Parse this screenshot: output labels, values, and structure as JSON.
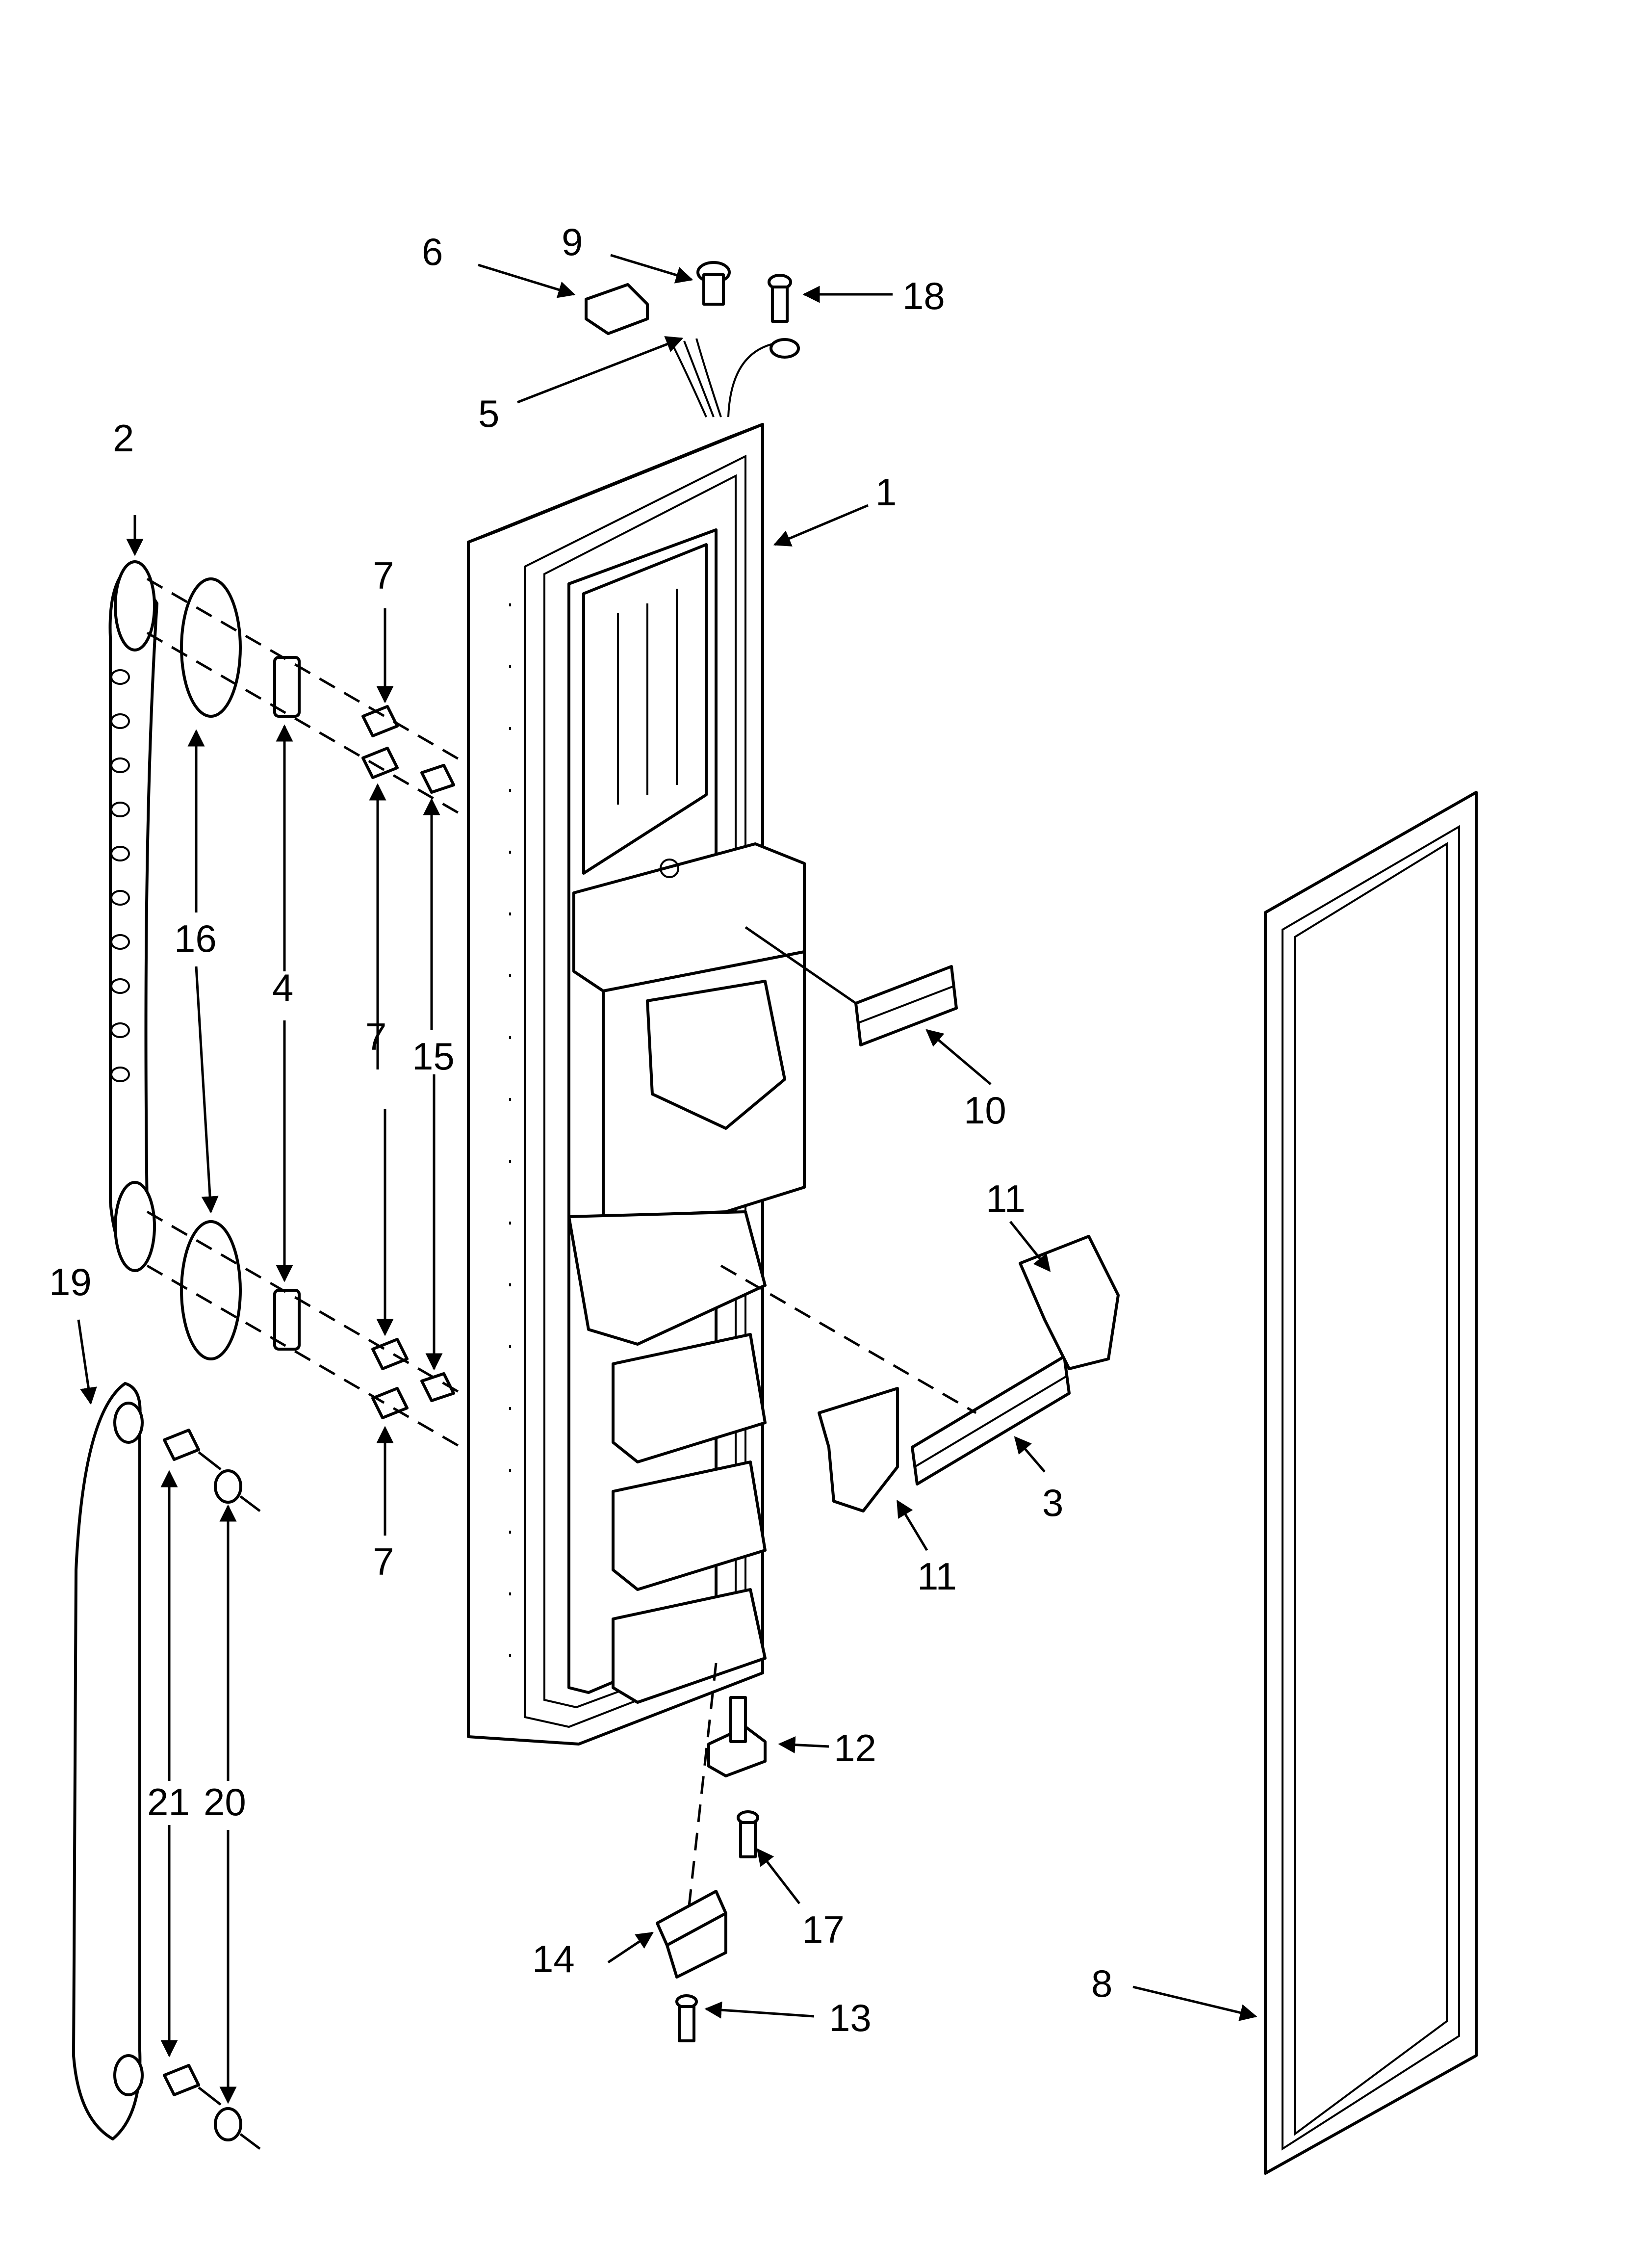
{
  "callouts": {
    "c1": "1",
    "c2": "2",
    "c3": "3",
    "c4": "4",
    "c5": "5",
    "c6": "6",
    "c7a": "7",
    "c7b": "7",
    "c7c": "7",
    "c8": "8",
    "c9": "9",
    "c10": "10",
    "c11a": "11",
    "c11b": "11",
    "c12": "12",
    "c13": "13",
    "c14": "14",
    "c15": "15",
    "c16": "16",
    "c17": "17",
    "c18": "18",
    "c19": "19",
    "c20": "20",
    "c21": "21"
  },
  "parts": [
    {
      "number": "1",
      "icon": "freezer-door-icon"
    },
    {
      "number": "2",
      "icon": "handle-icon"
    },
    {
      "number": "3",
      "icon": "shelf-rail-icon"
    },
    {
      "number": "4",
      "icon": "handle-bracket-icon"
    },
    {
      "number": "5",
      "icon": "wire-harness-icon"
    },
    {
      "number": "6",
      "icon": "connector-icon"
    },
    {
      "number": "7",
      "icon": "screw-icon"
    },
    {
      "number": "8",
      "icon": "door-gasket-icon"
    },
    {
      "number": "9",
      "icon": "plug-button-icon"
    },
    {
      "number": "10",
      "icon": "shelf-rail-icon"
    },
    {
      "number": "11",
      "icon": "rail-end-cap-icon"
    },
    {
      "number": "12",
      "icon": "hinge-pin-icon"
    },
    {
      "number": "13",
      "icon": "screw-icon"
    },
    {
      "number": "14",
      "icon": "hinge-plate-icon"
    },
    {
      "number": "15",
      "icon": "screw-icon"
    },
    {
      "number": "16",
      "icon": "handle-end-cap-icon"
    },
    {
      "number": "17",
      "icon": "screw-icon"
    },
    {
      "number": "18",
      "icon": "screw-icon"
    },
    {
      "number": "19",
      "icon": "handle-icon"
    },
    {
      "number": "20",
      "icon": "spacer-icon"
    },
    {
      "number": "21",
      "icon": "screw-icon"
    }
  ]
}
